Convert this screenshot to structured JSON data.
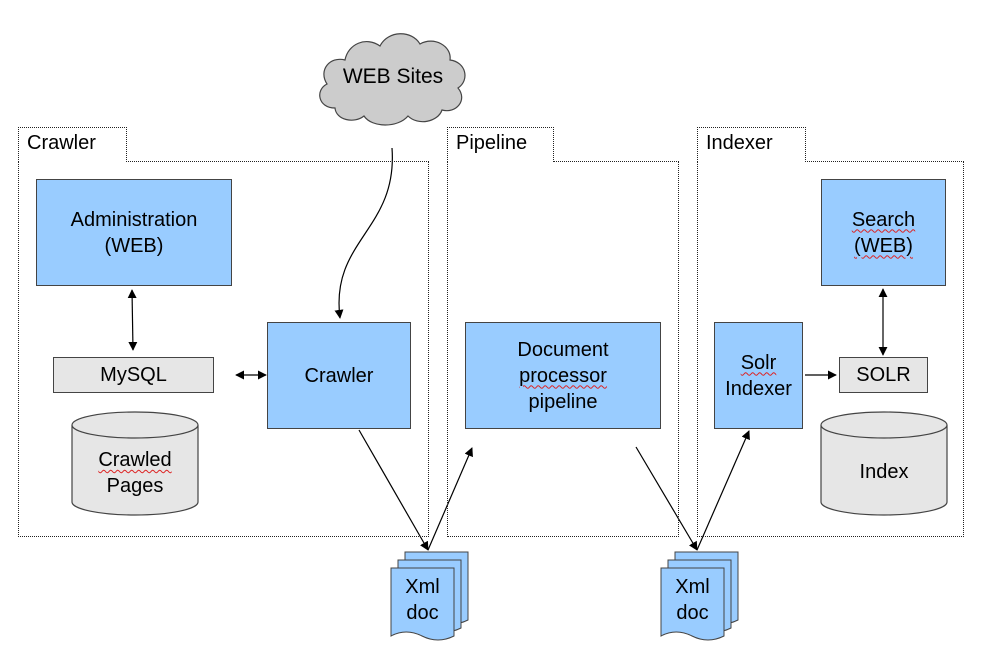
{
  "cloud": {
    "label": "WEB Sites"
  },
  "groups": {
    "crawler": {
      "title": "Crawler",
      "administration": {
        "line1": "Administration",
        "line2": "(WEB)"
      },
      "mysql": "MySQL",
      "crawler_box": "Crawler",
      "crawled_pages": {
        "line1": "Crawled",
        "line2": "Pages"
      }
    },
    "pipeline": {
      "title": "Pipeline",
      "document_processor": {
        "line1": "Document",
        "line2": "processor",
        "line3": "pipeline"
      }
    },
    "indexer": {
      "title": "Indexer",
      "search": {
        "line1": "Search",
        "line2": "(WEB)"
      },
      "solr_indexer": {
        "line1": "Solr",
        "line2": "Indexer"
      },
      "solr": "SOLR",
      "index": "Index"
    }
  },
  "xml_docs": [
    {
      "line1": "Xml",
      "line2": "doc"
    },
    {
      "line1": "Xml",
      "line2": "doc"
    }
  ],
  "colors": {
    "component_fill": "#99ccff",
    "storage_fill": "#e6e6e6",
    "cloud_fill": "#cccccc"
  }
}
